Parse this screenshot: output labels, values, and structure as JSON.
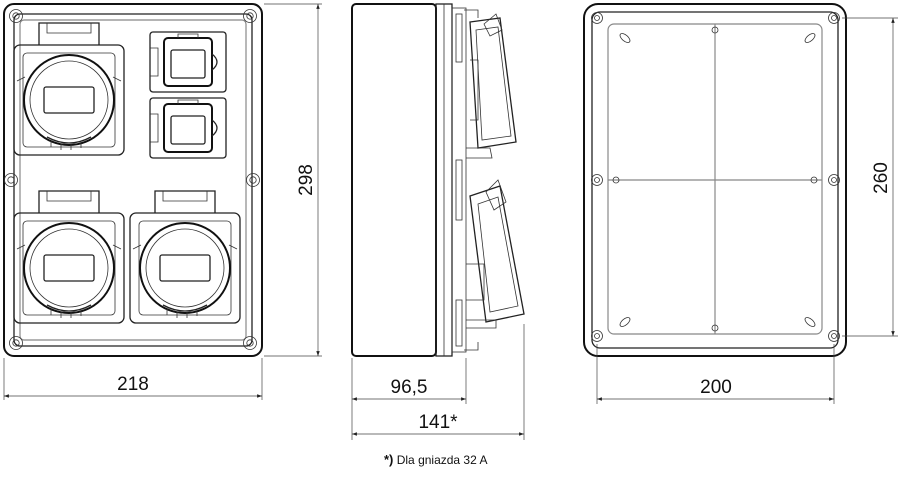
{
  "dimensions": {
    "front_width": "218",
    "front_height": "298",
    "side_depth": "96,5",
    "side_total_depth": "141*",
    "back_width": "200",
    "back_height": "260"
  },
  "footnote": {
    "marker": "*)",
    "text": " Dla gniazda 32 A"
  }
}
